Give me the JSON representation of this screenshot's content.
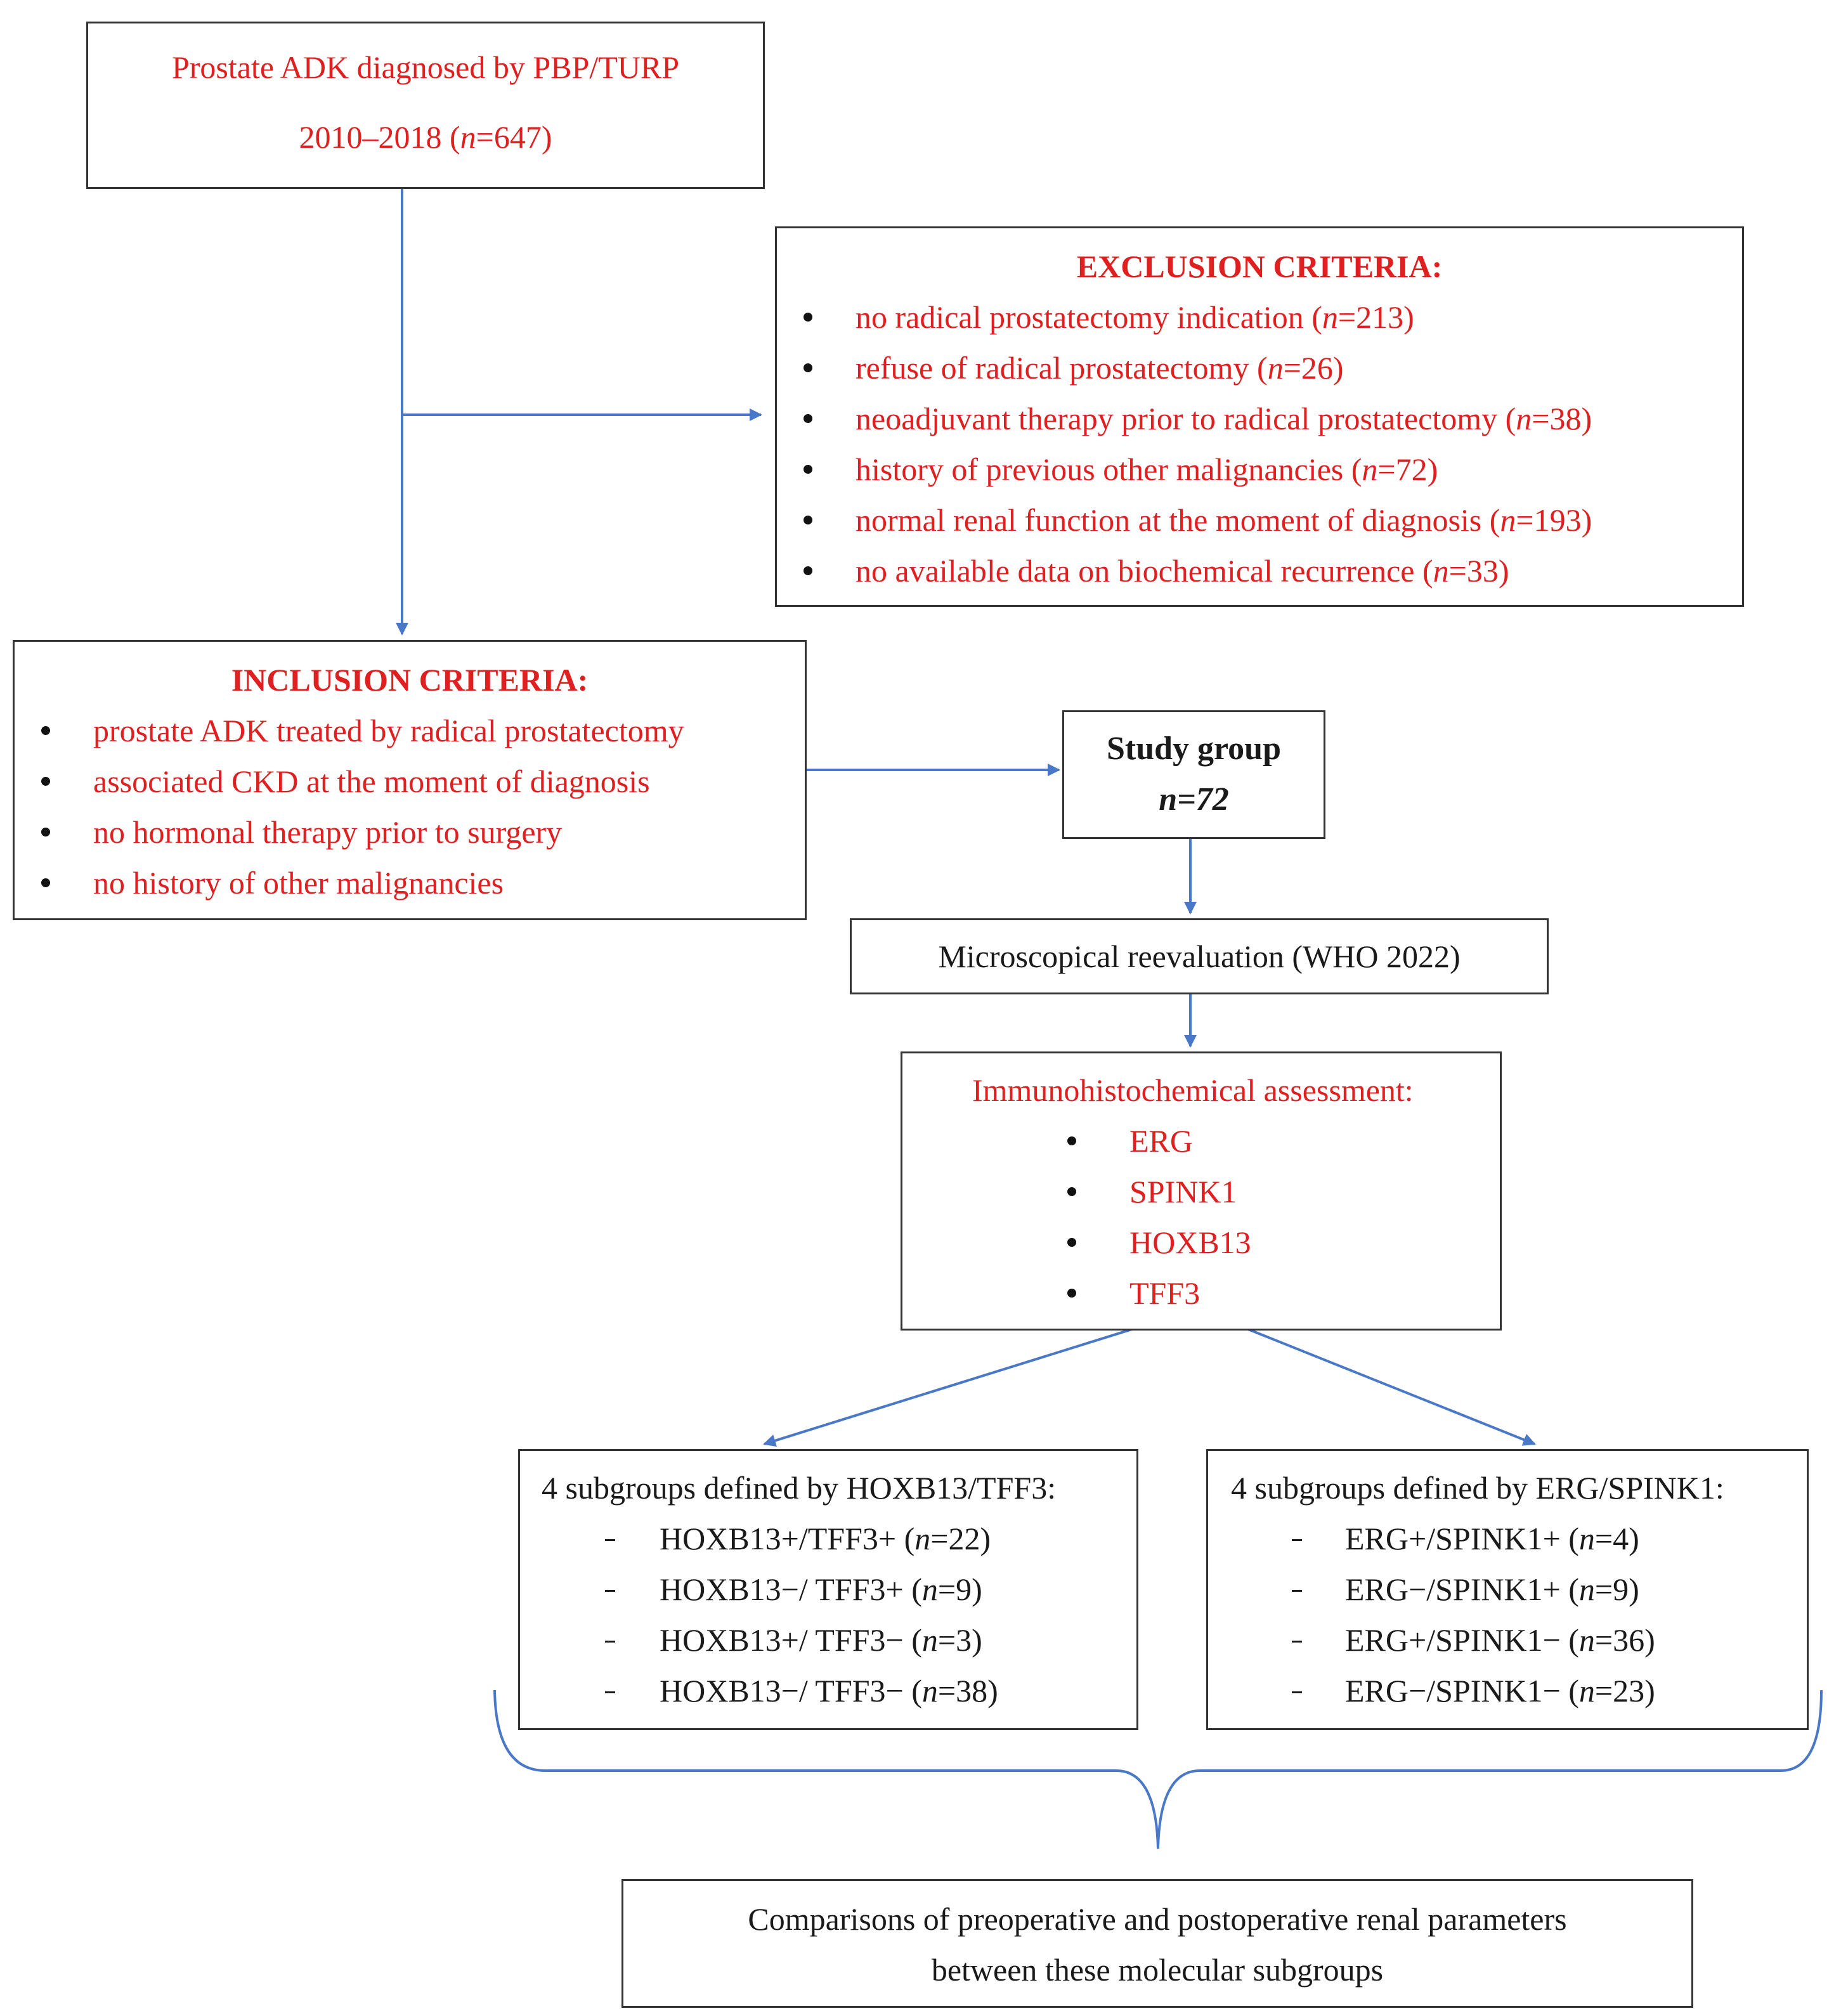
{
  "colors": {
    "accent_text": "#e02020",
    "connector": "#4a78c8",
    "border": "#333333"
  },
  "start": {
    "line1": "Prostate ADK diagnosed by PBP/TURP",
    "line2": "2010–2018 (n=647)"
  },
  "exclusion": {
    "title": "EXCLUSION CRITERIA:",
    "items": [
      "no radical prostatectomy indication (n=213)",
      "refuse of radical prostatectomy (n=26)",
      "neoadjuvant therapy prior to radical prostatectomy (n=38)",
      "history of previous other malignancies (n=72)",
      "normal renal function at the moment of diagnosis (n=193)",
      "no available data on biochemical recurrence (n=33)"
    ]
  },
  "inclusion": {
    "title": "INCLUSION CRITERIA:",
    "items": [
      "prostate ADK treated by radical prostatectomy",
      "associated CKD at the moment of diagnosis",
      "no hormonal therapy prior to surgery",
      "no history of other malignancies"
    ]
  },
  "study_group": {
    "line1": "Study group",
    "line2": "n=72"
  },
  "reevaluation": {
    "label": "Microscopical reevaluation (WHO 2022)"
  },
  "ihc": {
    "title": "Immunohistochemical assessment:",
    "markers": [
      "ERG",
      "SPINK1",
      "HOXB13",
      "TFF3"
    ]
  },
  "hoxb13_tff3": {
    "title": "4 subgroups defined by HOXB13/TFF3:",
    "items": [
      "HOXB13+/TFF3+ (n=22)",
      "HOXB13−/ TFF3+ (n=9)",
      "HOXB13+/ TFF3− (n=3)",
      "HOXB13−/ TFF3− (n=38)"
    ]
  },
  "erg_spink1": {
    "title": "4 subgroups defined by ERG/SPINK1:",
    "items": [
      "ERG+/SPINK1+ (n=4)",
      "ERG−/SPINK1+ (n=9)",
      "ERG+/SPINK1− (n=36)",
      "ERG−/SPINK1− (n=23)"
    ]
  },
  "comparison": {
    "line1": "Comparisons of preoperative and postoperative renal parameters",
    "line2": "between these molecular subgroups"
  }
}
